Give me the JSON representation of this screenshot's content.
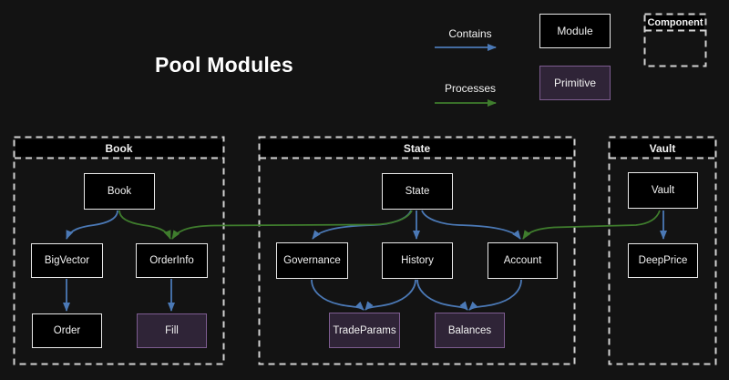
{
  "title": "Pool Modules",
  "legend": {
    "contains": "Contains",
    "processes": "Processes",
    "module": "Module",
    "primitive": "Primitive",
    "component": "Component"
  },
  "colors": {
    "background": "#131313",
    "contains_arrow": "#4b79b6",
    "processes_arrow": "#3f7d2d",
    "module_fill": "#000000",
    "module_border": "#e9e9e9",
    "primitive_fill": "#2f2437",
    "primitive_border": "#7d5c90",
    "container_border": "#d2d2d2",
    "text": "#f2f2f2"
  },
  "containers": [
    {
      "id": "book",
      "title": "Book"
    },
    {
      "id": "state",
      "title": "State"
    },
    {
      "id": "vault",
      "title": "Vault"
    }
  ],
  "nodes": {
    "book": {
      "label": "Book",
      "kind": "module"
    },
    "bigvector": {
      "label": "BigVector",
      "kind": "module"
    },
    "orderinfo": {
      "label": "OrderInfo",
      "kind": "module"
    },
    "order": {
      "label": "Order",
      "kind": "module"
    },
    "fill": {
      "label": "Fill",
      "kind": "primitive"
    },
    "state": {
      "label": "State",
      "kind": "module"
    },
    "governance": {
      "label": "Governance",
      "kind": "module"
    },
    "history": {
      "label": "History",
      "kind": "module"
    },
    "account": {
      "label": "Account",
      "kind": "module"
    },
    "tradeparams": {
      "label": "TradeParams",
      "kind": "primitive"
    },
    "balances": {
      "label": "Balances",
      "kind": "primitive"
    },
    "vault": {
      "label": "Vault",
      "kind": "module"
    },
    "deepprice": {
      "label": "DeepPrice",
      "kind": "module"
    }
  },
  "edges": {
    "contains": [
      {
        "from": "Book",
        "to": "BigVector"
      },
      {
        "from": "BigVector",
        "to": "Order"
      },
      {
        "from": "OrderInfo",
        "to": "Fill"
      },
      {
        "from": "State",
        "to": "Governance"
      },
      {
        "from": "State",
        "to": "History"
      },
      {
        "from": "State",
        "to": "Account"
      },
      {
        "from": "Governance",
        "to": "TradeParams"
      },
      {
        "from": "History",
        "to": "TradeParams"
      },
      {
        "from": "History",
        "to": "Balances"
      },
      {
        "from": "Account",
        "to": "Balances"
      },
      {
        "from": "Vault",
        "to": "DeepPrice"
      }
    ],
    "processes": [
      {
        "from": "Book",
        "to": "OrderInfo"
      },
      {
        "from": "State",
        "to": "OrderInfo"
      },
      {
        "from": "Vault",
        "to": "Account"
      }
    ]
  }
}
